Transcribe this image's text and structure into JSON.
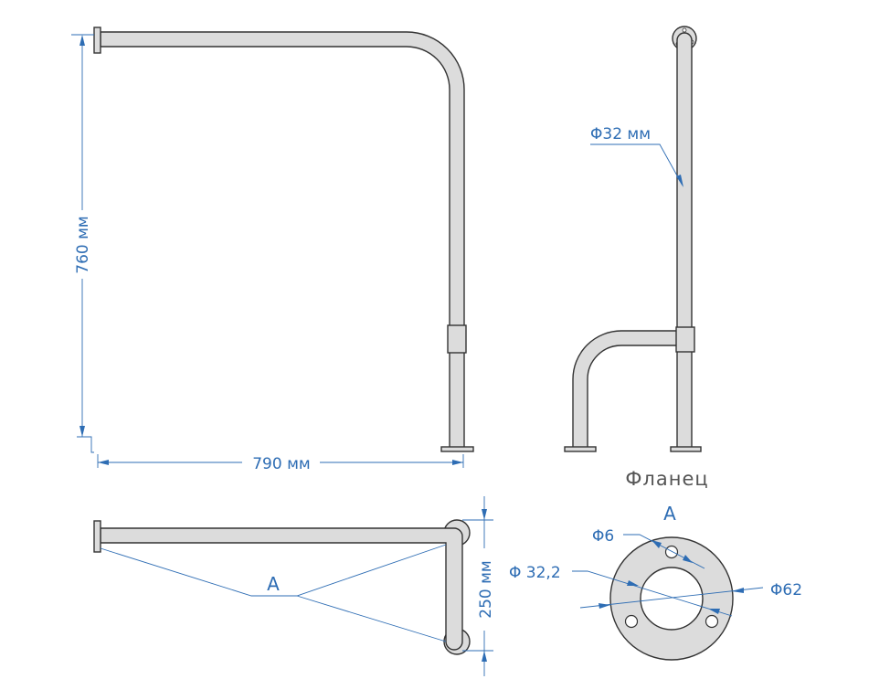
{
  "front_view": {
    "height_label": "760 мм",
    "width_label": "790 мм"
  },
  "side_view": {
    "diameter_label": "Φ32 мм"
  },
  "top_view": {
    "depth_label": "250 мм",
    "callout": "A"
  },
  "flange": {
    "title": "Фланец",
    "view_label": "A",
    "hole_label": "Φ6",
    "inner_label": "Φ 32,2",
    "outer_label": "Φ62"
  },
  "colors": {
    "dimension": "#2e6db4",
    "pipe": "#dcdcdc",
    "outline": "#333333"
  }
}
